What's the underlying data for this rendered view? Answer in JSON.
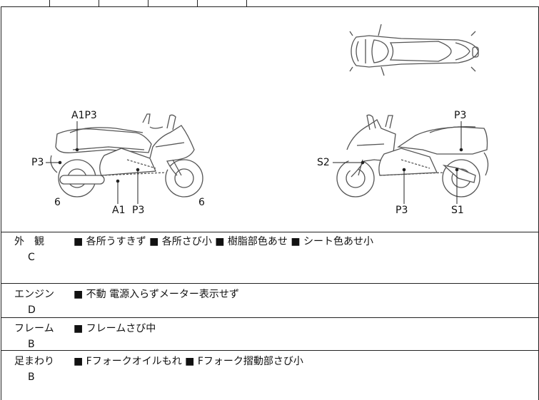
{
  "diagram": {
    "left_view": {
      "labels": {
        "a1p3_top": "A1P3",
        "p3_rear": "P3",
        "rear_wheel": "6",
        "a1_bottom": "A1",
        "p3_bottom": "P3",
        "front_wheel": "6"
      }
    },
    "right_view": {
      "labels": {
        "p3_top": "P3",
        "s2": "S2",
        "p3_bottom": "P3",
        "s1": "S1"
      }
    }
  },
  "sections": [
    {
      "label": "外　観",
      "grade": "C",
      "text": "■ 各所うすきず ■ 各所さび小 ■ 樹脂部色あせ ■ シート色あせ小"
    },
    {
      "label": "エンジン",
      "grade": "D",
      "text": "■ 不動 電源入らずメーター表示せず"
    },
    {
      "label": "フレーム",
      "grade": "B",
      "text": "■ フレームさび中"
    },
    {
      "label": "足まわり",
      "grade": "B",
      "text": "■ Fフォークオイルもれ ■ Fフォーク摺動部さび小"
    }
  ]
}
